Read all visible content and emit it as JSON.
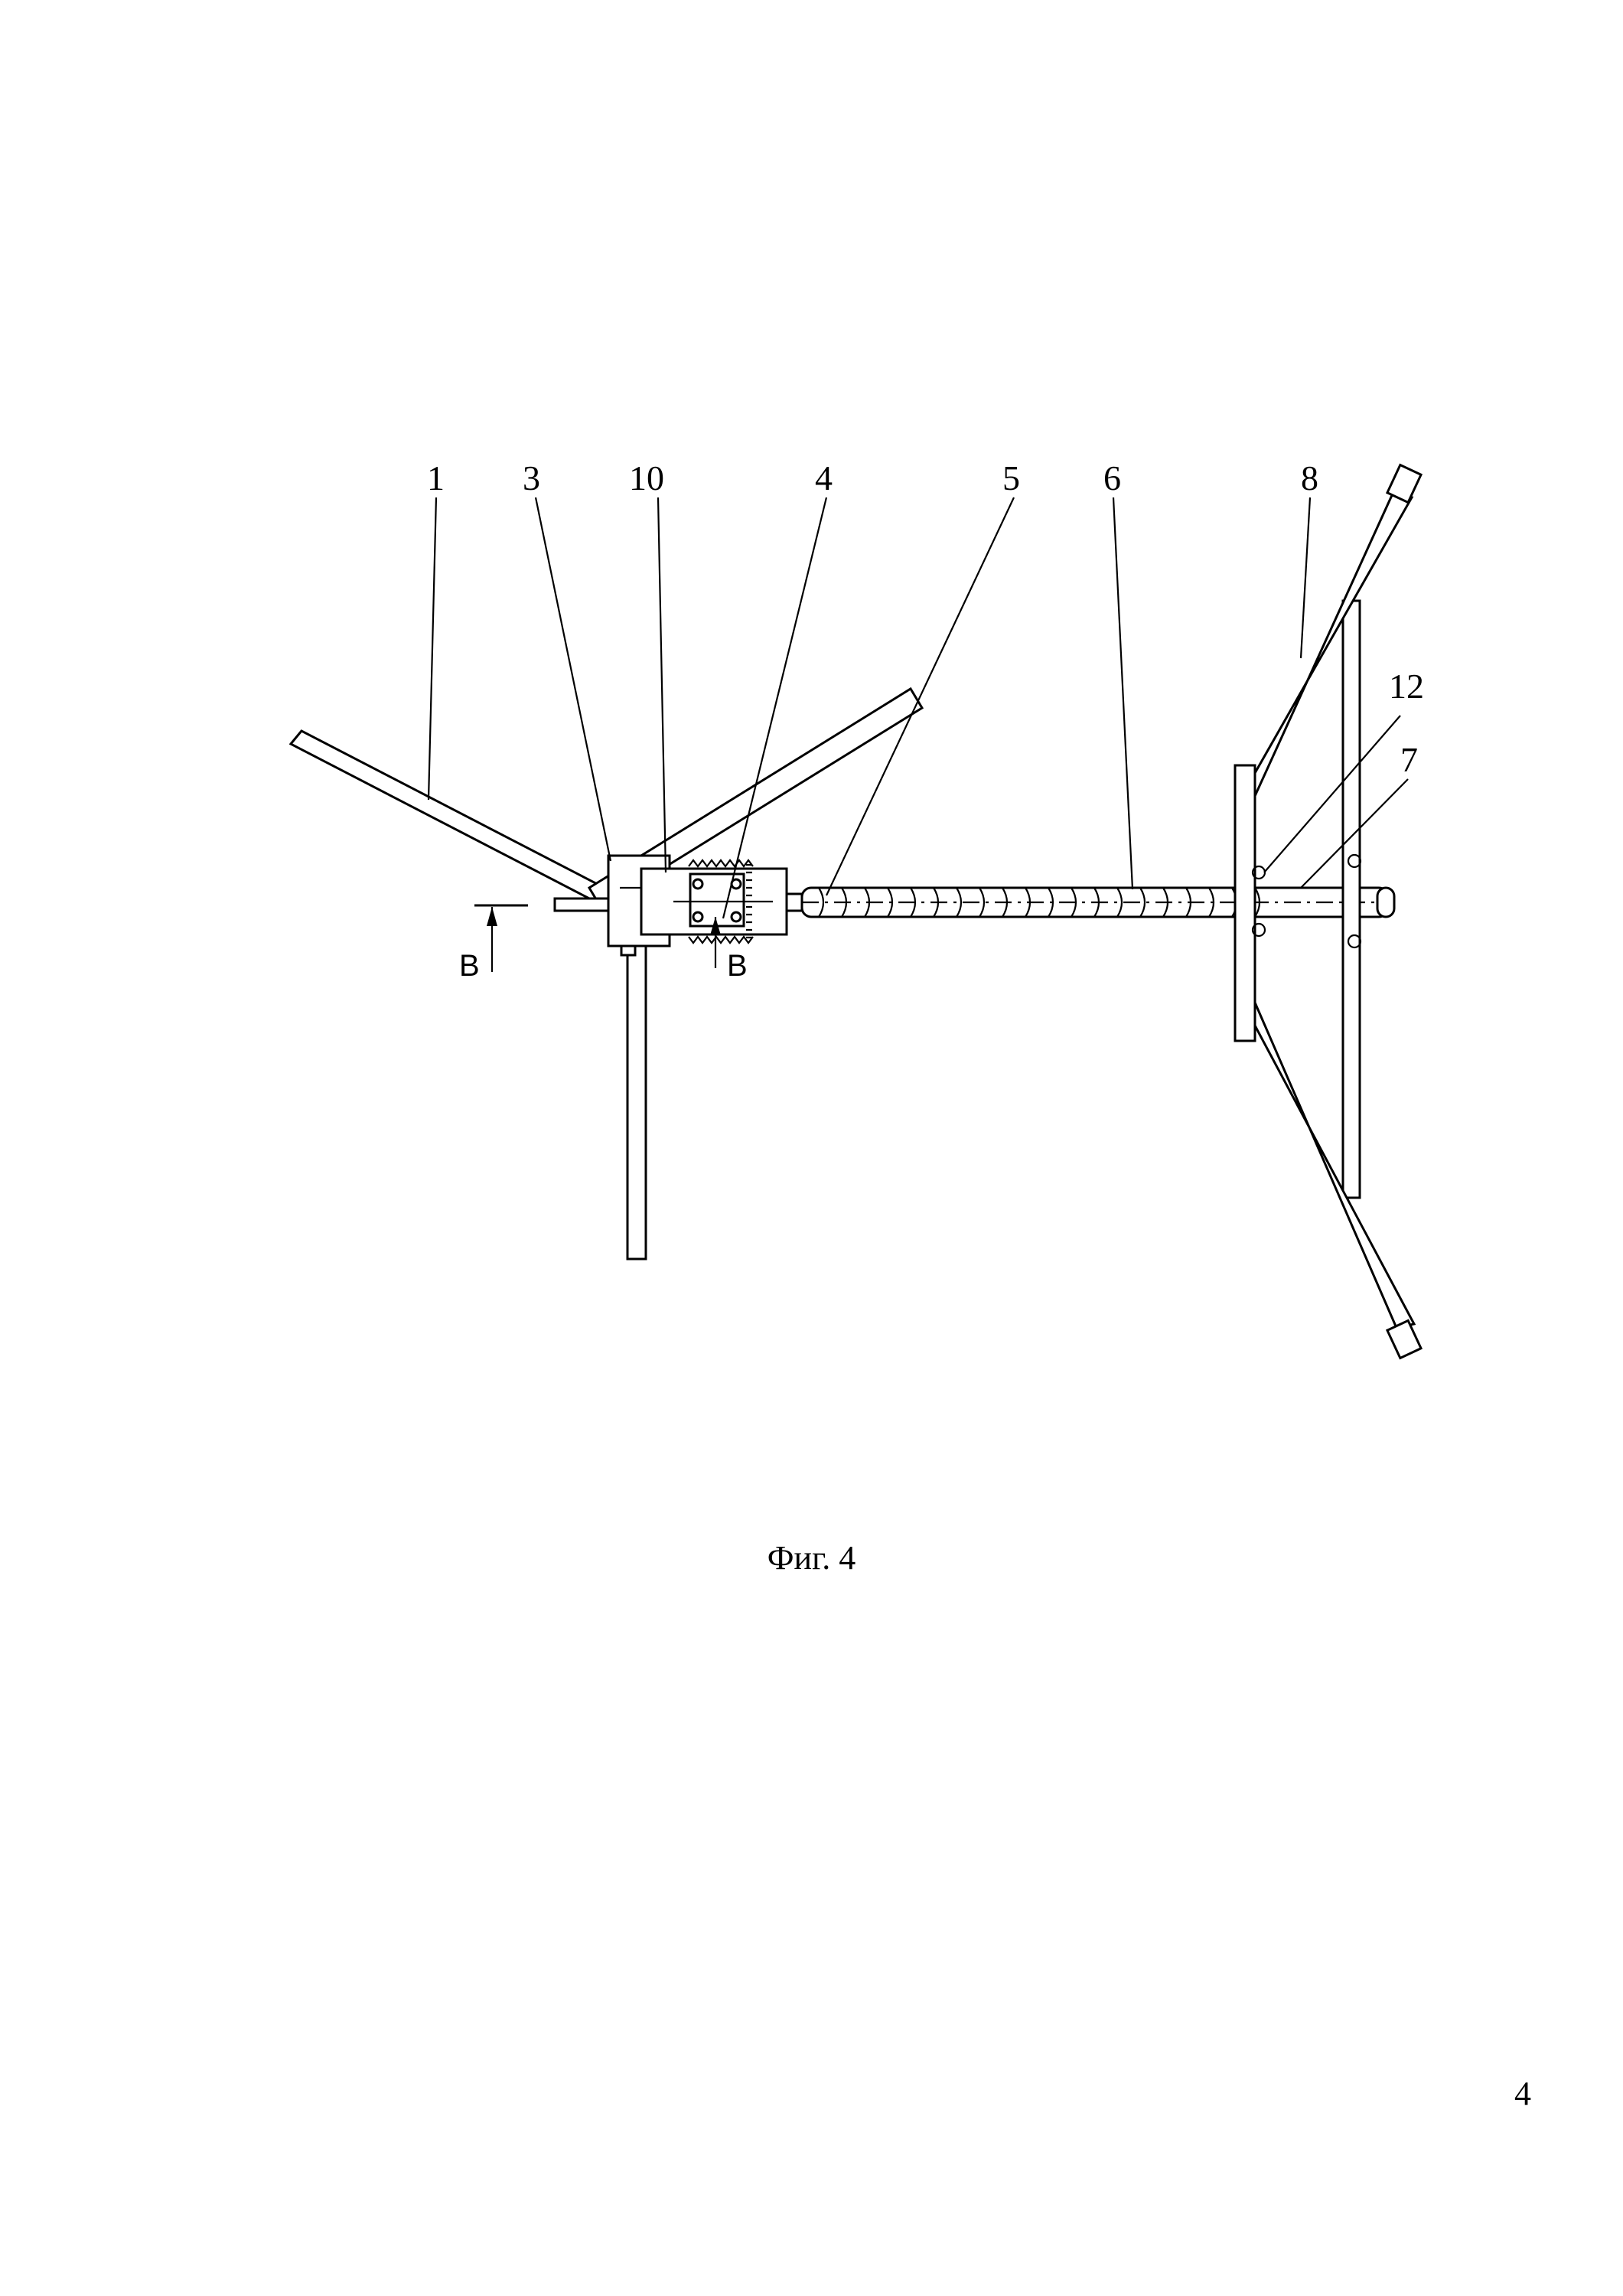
{
  "figure": {
    "callouts": [
      {
        "id": "1",
        "label": "1"
      },
      {
        "id": "3",
        "label": "3"
      },
      {
        "id": "10",
        "label": "10"
      },
      {
        "id": "4",
        "label": "4"
      },
      {
        "id": "5",
        "label": "5"
      },
      {
        "id": "6",
        "label": "6"
      },
      {
        "id": "8",
        "label": "8"
      },
      {
        "id": "12",
        "label": "12"
      },
      {
        "id": "7",
        "label": "7"
      }
    ],
    "section_marks": {
      "left": "B",
      "right": "B"
    },
    "caption": "Фиг. 4"
  },
  "page_number": "4"
}
